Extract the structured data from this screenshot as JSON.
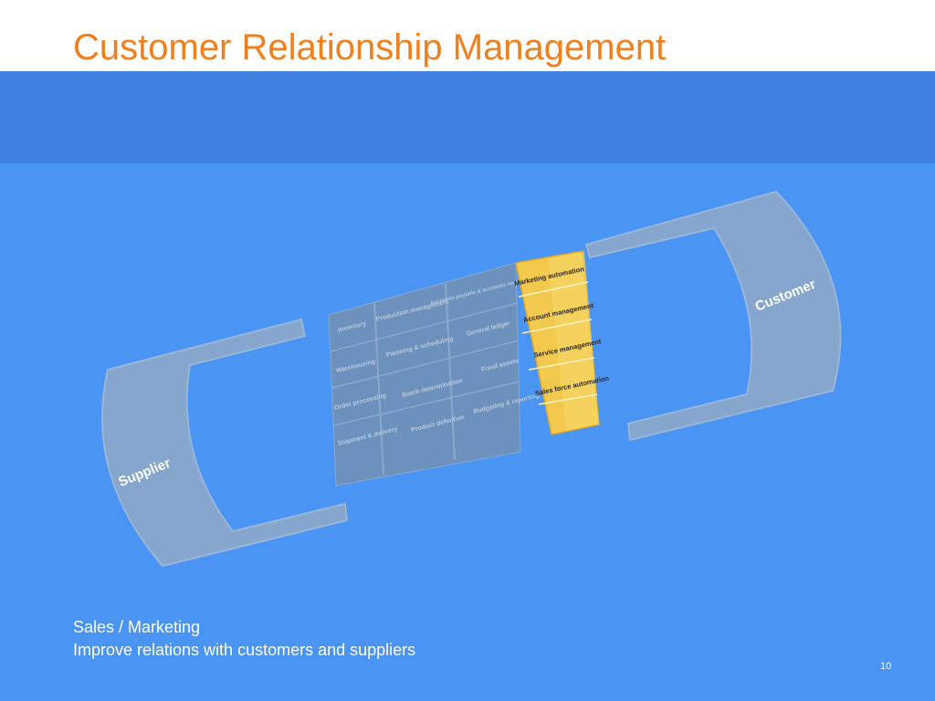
{
  "slide": {
    "title": "Customer Relationship Management",
    "caption_heading": "Sales / Marketing",
    "caption_subtext": "Improve relations with customers and suppliers",
    "page_number": "10"
  },
  "diagram": {
    "supplier_label": "Supplier",
    "customer_label": "Customer",
    "modules": {
      "col1": [
        "Inventory",
        "Warehousing",
        "Order processing",
        "Shipment & delivery"
      ],
      "col2": [
        "Production management",
        "Planning & scheduling",
        "Batch determination",
        "Product definition"
      ],
      "col3": [
        "Accounts payable & accounts receivable",
        "General ledger",
        "Fixed assets",
        "Budgeting & reporting"
      ],
      "crm": [
        "Marketing automation",
        "Account management",
        "Service management",
        "Sales force automation"
      ]
    }
  },
  "colors": {
    "title": "#f07f1e",
    "band": "#3f82e0",
    "background": "#4a94f4",
    "bracket": "#8aa8cc",
    "block": "#6d91bd",
    "crm_highlight": "#f2c94c"
  }
}
